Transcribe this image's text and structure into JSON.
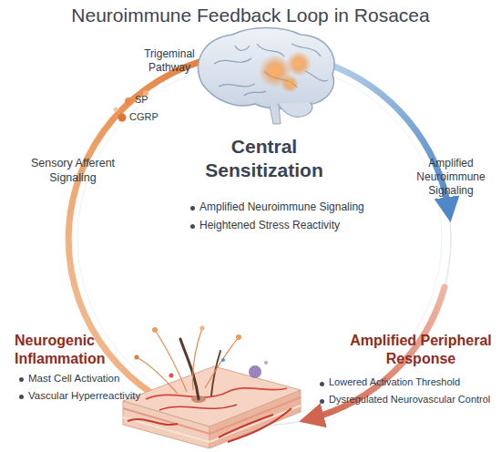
{
  "diagram": {
    "title": "Neuroimmune Feedback Loop in Rosacea",
    "labels": [
      "Trigeminal Pathway",
      "SP",
      "CGRP",
      "Sensory Afferent Signaling",
      "Central Sensitization",
      "Amplified Neuroimmune Signaling",
      "Heightened Stress Reactivity",
      "Amplified Neuroimmune Signaling",
      "Neurogenic Inflammation",
      "Mast Cell Activation",
      "Vascular Hyperreactivity",
      "Amplified Peripheral Response",
      "Lowered Activation Threshold",
      "Dysregulated Neurovascular Control"
    ]
  }
}
